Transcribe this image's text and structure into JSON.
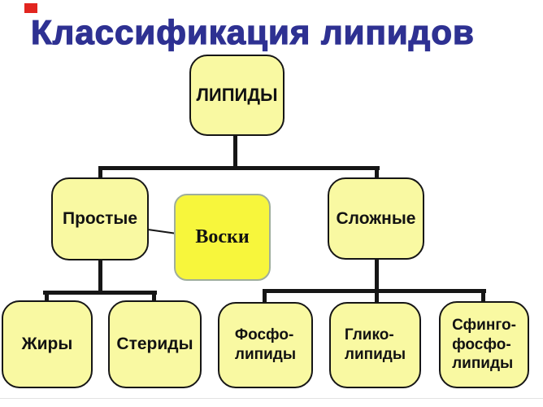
{
  "title": {
    "text": "Классификация липидов",
    "color": "#2e3192"
  },
  "decor": {
    "red_mark_color": "#e2251f"
  },
  "colors": {
    "node_fill": "#f9f9a2",
    "node_border": "#161616",
    "wax_fill": "#f7f63c",
    "wax_border": "#9fae9c",
    "connector": "#161616",
    "background": "#ffffff"
  },
  "nodes": {
    "root": {
      "label": "ЛИПИДЫ"
    },
    "simple": {
      "label": "Простые"
    },
    "wax": {
      "label": "Воски"
    },
    "complex": {
      "label": "Сложные"
    },
    "fats": {
      "label": "Жиры"
    },
    "sterids": {
      "label": "Стериды"
    },
    "phospho": {
      "lines": [
        "Фосфо-",
        "липиды"
      ]
    },
    "glyco": {
      "lines": [
        "Глико-",
        "липиды"
      ]
    },
    "sphingo": {
      "lines": [
        "Сфинго-",
        "фосфо-",
        "липиды"
      ]
    }
  },
  "edges": [
    [
      "ЛИПИДЫ",
      "Простые"
    ],
    [
      "ЛИПИДЫ",
      "Сложные"
    ],
    [
      "Простые",
      "Воски"
    ],
    [
      "Простые",
      "Жиры"
    ],
    [
      "Простые",
      "Стериды"
    ],
    [
      "Сложные",
      "Фосфо-липиды"
    ],
    [
      "Сложные",
      "Глико-липиды"
    ],
    [
      "Сложные",
      "Сфинго-фосфо-липиды"
    ]
  ]
}
